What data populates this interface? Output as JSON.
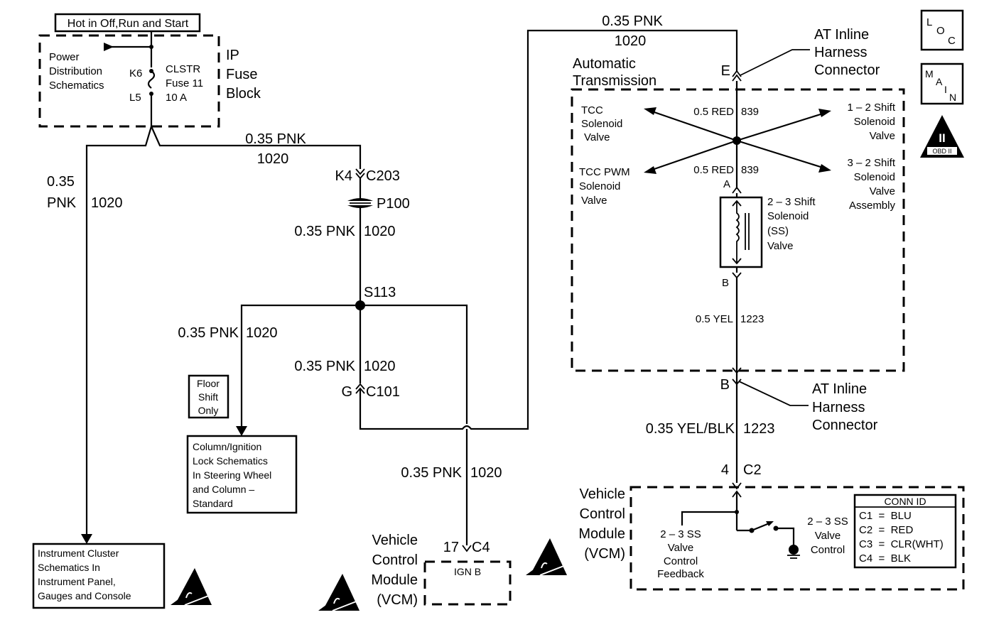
{
  "diagram": {
    "hot_label": "Hot in Off,Run and Start",
    "ip_fuse_block": {
      "power_dist": [
        "Power",
        "Distribution",
        "Schematics"
      ],
      "pin_top": "K6",
      "pin_bottom": "L5",
      "fuse": [
        "CLSTR",
        "Fuse 11",
        "10 A"
      ],
      "title": [
        "IP",
        "Fuse",
        "Block"
      ]
    },
    "wires": {
      "top_branch": {
        "gauge": "0.35 PNK",
        "circuit": "1020"
      },
      "left_branch": {
        "gauge_line1": "0.35",
        "gauge_line2": "PNK",
        "circuit": "1020"
      },
      "below_p100": {
        "gauge": "0.35 PNK",
        "circuit": "1020"
      },
      "s113_left": {
        "gauge": "0.35 PNK",
        "circuit": "1020"
      },
      "s113_down": {
        "gauge": "0.35 PNK",
        "circuit": "1020"
      },
      "to_vcm": {
        "gauge": "0.35 PNK",
        "circuit": "1020"
      },
      "to_at": {
        "gauge": "0.35 PNK",
        "circuit": "1020"
      },
      "red_top": {
        "gauge": "0.5 RED",
        "circuit": "839"
      },
      "red_bottom": {
        "gauge": "0.5 RED",
        "circuit": "839"
      },
      "yel": {
        "gauge": "0.5 YEL",
        "circuit": "1223"
      },
      "yel_blk": {
        "gauge": "0.35 YEL/BLK",
        "circuit": "1223"
      }
    },
    "connectors": {
      "c203": {
        "pin": "K4",
        "name": "C203"
      },
      "p100": "P100",
      "s113": "S113",
      "c101": {
        "pin": "G",
        "name": "C101"
      },
      "c4": {
        "pin": "17",
        "name": "C4"
      },
      "c2": {
        "pin": "4",
        "name": "C2"
      },
      "at_e": "E",
      "at_b": "B",
      "ss_a": "A",
      "ss_b": "B"
    },
    "at_inline_top": [
      "AT Inline",
      "Harness",
      "Connector"
    ],
    "at_inline_bottom": [
      "AT Inline",
      "Harness",
      "Connector"
    ],
    "auto_trans": [
      "Automatic",
      "Transmission"
    ],
    "solenoids": {
      "tcc": [
        "TCC",
        "Solenoid",
        "Valve"
      ],
      "tcc_pwm": [
        "TCC PWM",
        "Solenoid",
        "Valve"
      ],
      "shift_12": [
        "1 – 2 Shift",
        "Solenoid",
        "Valve"
      ],
      "shift_32": [
        "3 – 2 Shift",
        "Solenoid",
        "Valve",
        "Assembly"
      ],
      "shift_23": [
        "2 – 3 Shift",
        "Solenoid",
        "(SS)",
        "Valve"
      ]
    },
    "floor_shift": [
      "Floor",
      "Shift",
      "Only"
    ],
    "column_lock": [
      "Column/Ignition",
      "Lock Schematics",
      "In Steering Wheel",
      "and Column –",
      "Standard"
    ],
    "instrument_cluster": [
      "Instrument Cluster",
      "Schematics In",
      "Instrument Panel,",
      "Gauges and Console"
    ],
    "vcm_left": {
      "title": [
        "Vehicle",
        "Control",
        "Module",
        "(VCM)"
      ],
      "ign": "IGN B"
    },
    "vcm_right": {
      "title": [
        "Vehicle",
        "Control",
        "Module",
        "(VCM)"
      ],
      "feedback": [
        "2 – 3 SS",
        "Valve",
        "Control",
        "Feedback"
      ],
      "control": [
        "2 – 3 SS",
        "Valve",
        "Control"
      ]
    },
    "conn_id": {
      "title": "CONN ID",
      "rows": [
        "C1  =  BLU",
        "C2  =  RED",
        "C3  =  CLR(WHT)",
        "C4  =  BLK"
      ]
    },
    "side_icons": {
      "loc": [
        "L",
        "O",
        "C"
      ],
      "main": [
        "M",
        "A",
        "I",
        "N"
      ],
      "obd": {
        "numeral": "II",
        "label": "OBD II"
      }
    }
  }
}
